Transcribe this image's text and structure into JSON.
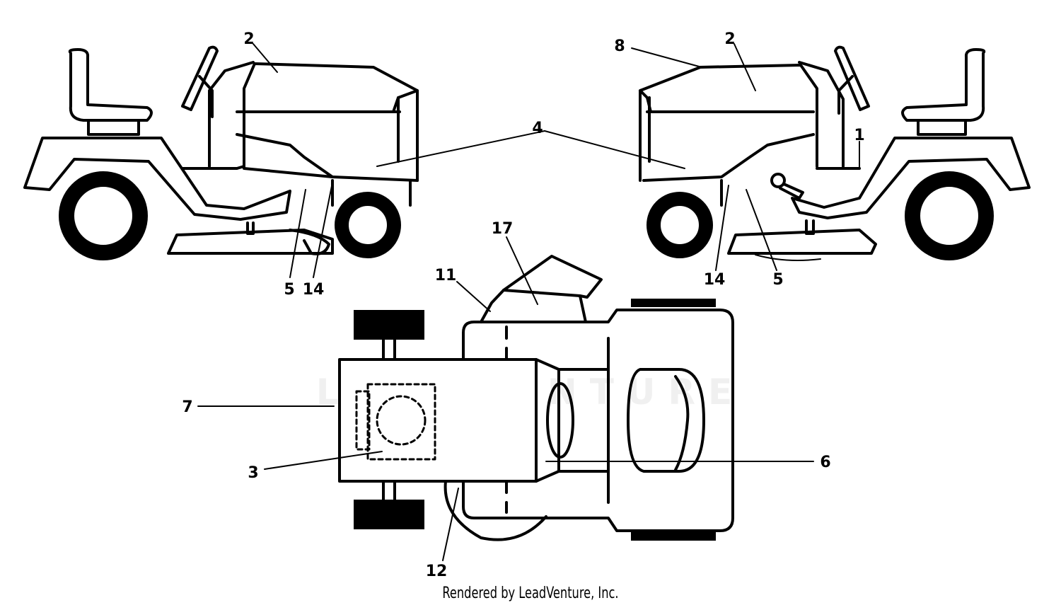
{
  "watermark": "LEADVENTURE",
  "credit": "Rendered by LeadVenture, Inc.",
  "callouts": [
    {
      "id": "c2-left",
      "label": "2"
    },
    {
      "id": "c4",
      "label": "4"
    },
    {
      "id": "c5-left",
      "label": "5"
    },
    {
      "id": "c14-left",
      "label": "14"
    },
    {
      "id": "c8",
      "label": "8"
    },
    {
      "id": "c2-right",
      "label": "2"
    },
    {
      "id": "c1",
      "label": "1"
    },
    {
      "id": "c14-right",
      "label": "14"
    },
    {
      "id": "c5-right",
      "label": "5"
    },
    {
      "id": "c17",
      "label": "17"
    },
    {
      "id": "c11",
      "label": "11"
    },
    {
      "id": "c7",
      "label": "7"
    },
    {
      "id": "c3",
      "label": "3"
    },
    {
      "id": "c6",
      "label": "6"
    },
    {
      "id": "c12",
      "label": "12"
    }
  ]
}
